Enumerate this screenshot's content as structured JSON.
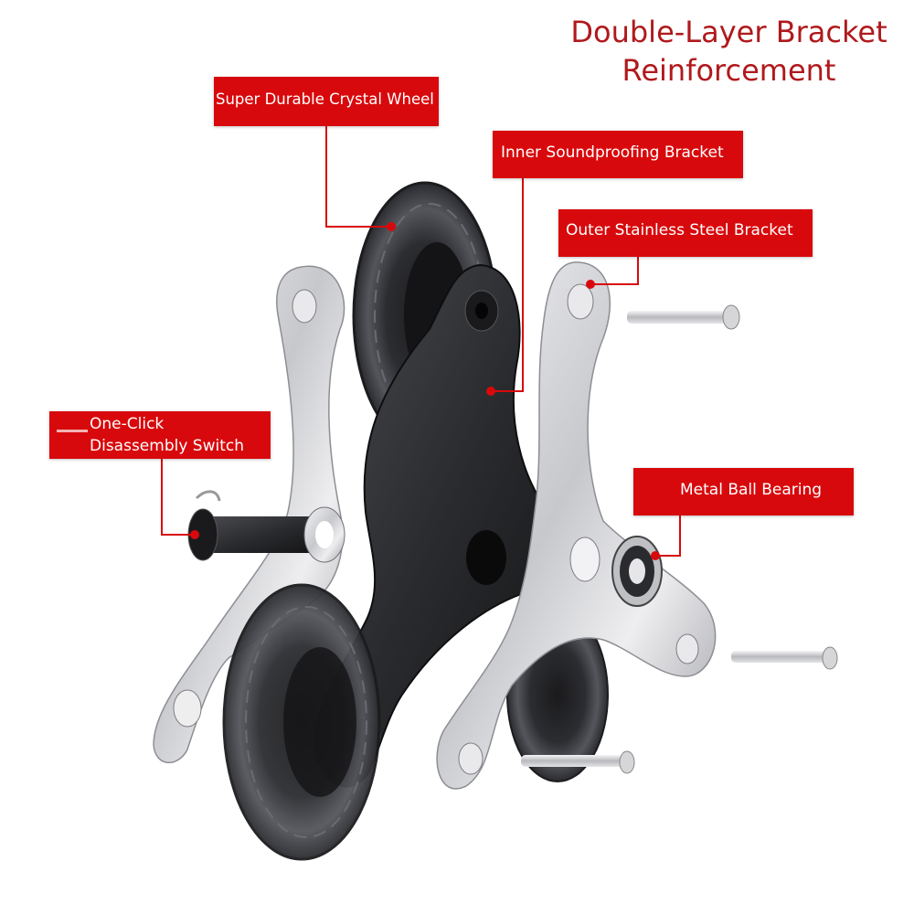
{
  "title": {
    "line1": "Double-Layer Bracket",
    "line2": "Reinforcement"
  },
  "callouts": {
    "crystal_wheel": "Super Durable Crystal Wheel",
    "inner_bracket": "Inner Soundproofing Bracket",
    "outer_bracket": "Outer Stainless Steel Bracket",
    "switch_line1": "One-Click",
    "switch_line2": "Disassembly Switch",
    "ball_bearing": "Metal Ball Bearing"
  },
  "colors": {
    "callout_red": "#d8090c",
    "title_red": "#b0191c",
    "inner_bracket": "#2e2e30",
    "outer_bracket": "#d9d9dc",
    "wheel": "#3a3b40"
  }
}
